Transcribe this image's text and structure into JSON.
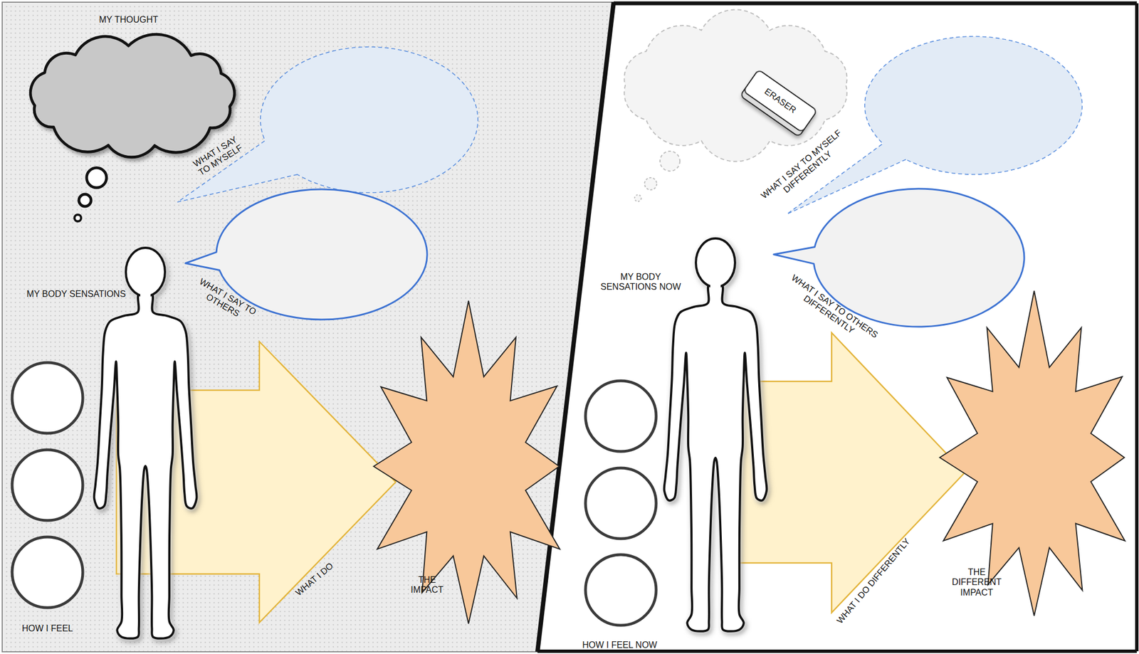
{
  "diagram": {
    "nodes": [
      {
        "text": [
          "MY THOUGHT"
        ]
      },
      {
        "text": [
          "WHAT I SAY TO MYSELF"
        ]
      },
      {
        "text": [
          "WHAT I SAY TO OTHERS"
        ]
      },
      {
        "text": [
          "MY BODY SENSATIONS"
        ]
      },
      {
        "text": [
          "WHAT I DO"
        ]
      },
      {
        "text": [
          "THE IMPACT"
        ]
      },
      {
        "text": [
          "ERASER"
        ]
      },
      {
        "text": [
          "WHAT I SAY TO MYSELF DIFFERENTLY"
        ]
      },
      {
        "text": [
          "WHAT I SAY TO OTHERS DIFFERENTLY"
        ]
      },
      {
        "text": [
          "MY BODY SENSATIONS NOW"
        ]
      },
      {
        "text": [
          "WHAT I DO DIFFERENTLY"
        ]
      },
      {
        "text": [
          "THE DIFFERENT IMPACT"
        ]
      }
    ],
    "labels": [
      "HOW I FEEL",
      "HOW I FEEL NOW"
    ]
  }
}
